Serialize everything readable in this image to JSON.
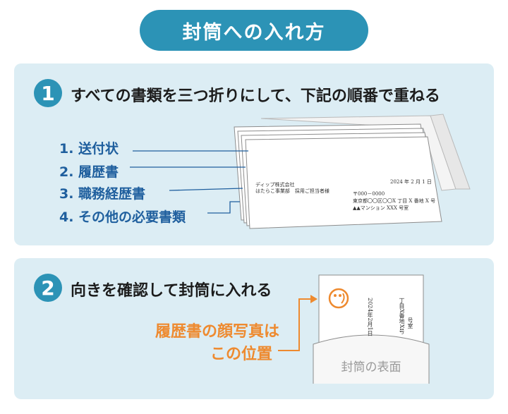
{
  "title": "封筒への入れ方",
  "steps": [
    {
      "number": "1",
      "heading": "すべての書類を三つ折りにして、下記の順番で重ねる",
      "documents": [
        "1. 送付状",
        "2. 履歴書",
        "3. 職務経歴書",
        "4. その他の必要書類"
      ],
      "letter": {
        "date": "2024 年 2 月 1 日",
        "company": "ディップ株式会社",
        "recipient": "はたらこ事業部　採用ご担当者様",
        "postal": "〒000－0000",
        "address1": "東京都〇〇区〇〇X 丁目 X 番地 X 号",
        "address2": "▲▲マンション XXX 号室"
      }
    },
    {
      "number": "2",
      "heading": "向きを確認して封筒に入れる",
      "note_line1": "履歴書の顔写真は",
      "note_line2": "この位置",
      "envelope_label": "封筒の表面",
      "vertical_date": "2024年2月1日",
      "vertical_addr1": "丁目X番地X号",
      "vertical_addr2": "号室"
    }
  ],
  "colors": {
    "primary": "#2c93b6",
    "panel": "#dcedf4",
    "label": "#1f5f9e",
    "accent": "#ee8a2f"
  }
}
